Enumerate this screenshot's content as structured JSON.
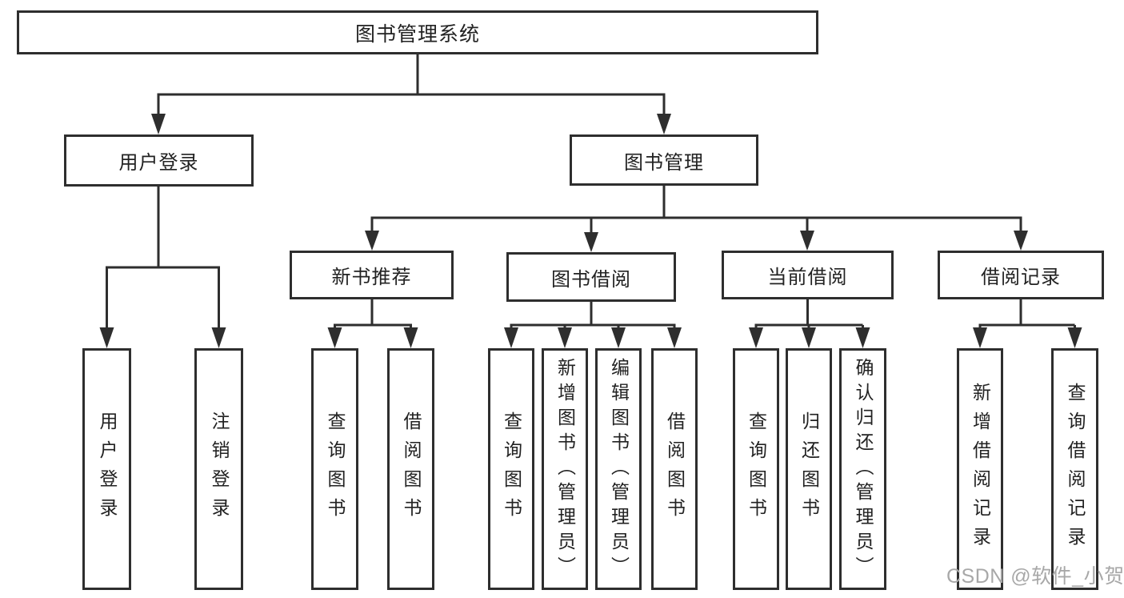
{
  "colors": {
    "line": "#2e2e2e",
    "text": "#222222",
    "box_fill": "#ffffff",
    "watermark": "#a8a8a8"
  },
  "watermark": {
    "text": "CSDN @软件_小贺同学"
  },
  "diagram": {
    "root": {
      "label": "图书管理系统"
    },
    "branches": [
      {
        "label": "用户登录",
        "children": [
          {
            "label": "用户登录"
          },
          {
            "label": "注销登录"
          }
        ]
      },
      {
        "label": "图书管理",
        "groups": [
          {
            "label": "新书推荐",
            "children": [
              {
                "label": "查询图书"
              },
              {
                "label": "借阅图书"
              }
            ]
          },
          {
            "label": "图书借阅",
            "children": [
              {
                "label": "查询图书"
              },
              {
                "label": "新增图书（管理员）"
              },
              {
                "label": "编辑图书（管理员）"
              },
              {
                "label": "借阅图书"
              }
            ]
          },
          {
            "label": "当前借阅",
            "children": [
              {
                "label": "查询图书"
              },
              {
                "label": "归还图书"
              },
              {
                "label": "确认归还（管理员）"
              }
            ]
          },
          {
            "label": "借阅记录",
            "children": [
              {
                "label": "新增借阅记录"
              },
              {
                "label": "查询借阅记录"
              }
            ]
          }
        ]
      }
    ]
  }
}
